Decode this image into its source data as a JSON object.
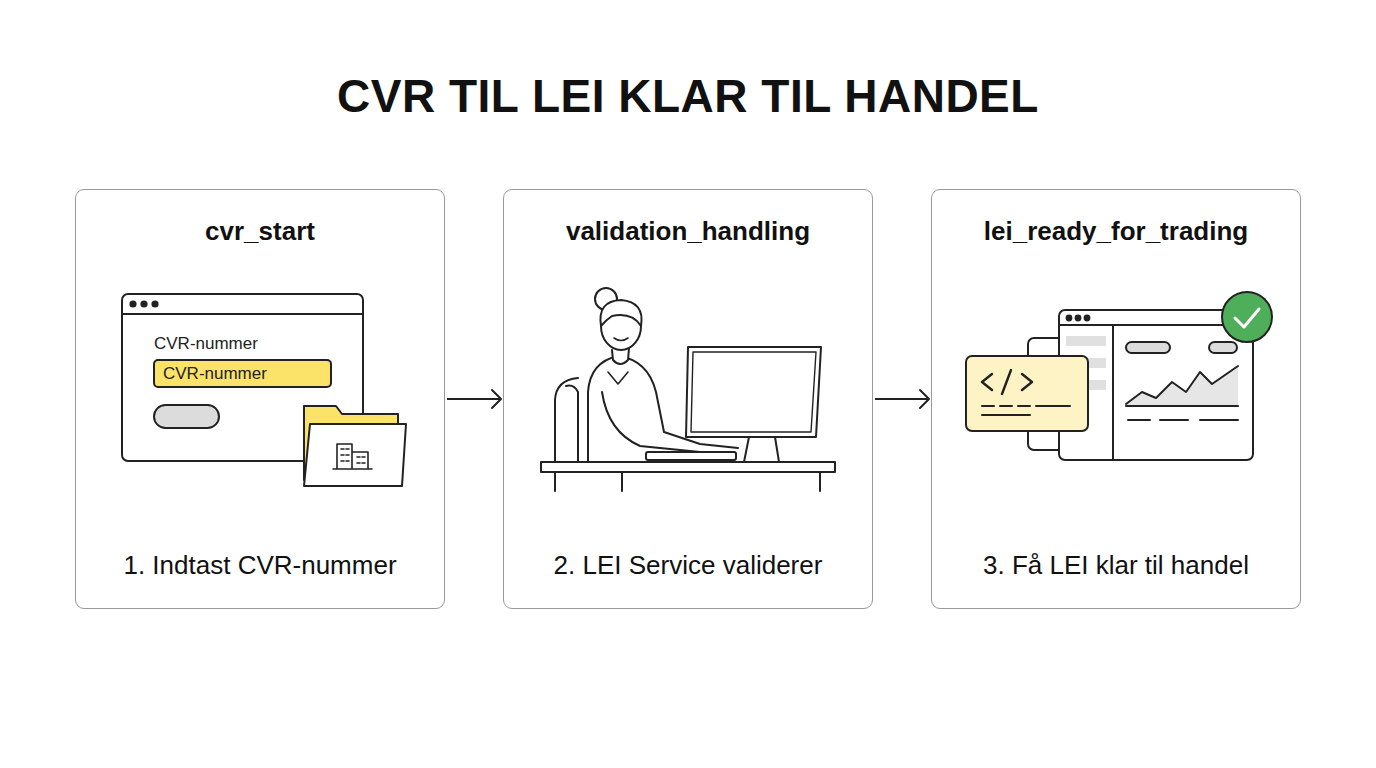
{
  "diagram": {
    "title": "CVR TIL LEI KLAR TIL HANDEL",
    "nodes": [
      {
        "text": [
          "cvr_start",
          "1. Indtast CVR-nummer"
        ]
      },
      {
        "text": [
          "validation_handling",
          "2. LEI Service validerer"
        ]
      },
      {
        "text": [
          "lei_ready_for_trading",
          "3. Få LEI klar til handel"
        ]
      }
    ],
    "edges": [
      {
        "from": 0,
        "to": 1,
        "arrow": "to"
      },
      {
        "from": 1,
        "to": 2,
        "arrow": "to"
      }
    ],
    "labels": [
      "CVR-nummer",
      "CVR-nummer"
    ]
  }
}
